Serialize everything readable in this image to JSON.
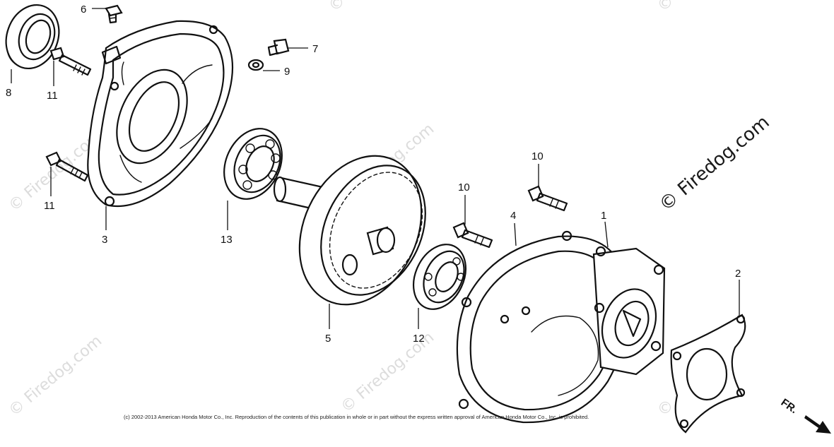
{
  "callouts": {
    "c1": "1",
    "c2": "2",
    "c3": "3",
    "c4": "4",
    "c5": "5",
    "c6": "6",
    "c7": "7",
    "c8": "8",
    "c9": "9",
    "c10a": "10",
    "c10b": "10",
    "c11a": "11",
    "c11b": "11",
    "c12": "12",
    "c13": "13"
  },
  "watermark": {
    "main": "© Firedog.com",
    "faint": "© Firedog.com",
    "corner": "©"
  },
  "copyright": "(c) 2002-2013 American Honda Motor Co., Inc. Reproduction of the contents of this publication in whole or in part without the express written approval of American Honda Motor Co., Inc. is prohibited.",
  "direction": {
    "label": "FR."
  }
}
